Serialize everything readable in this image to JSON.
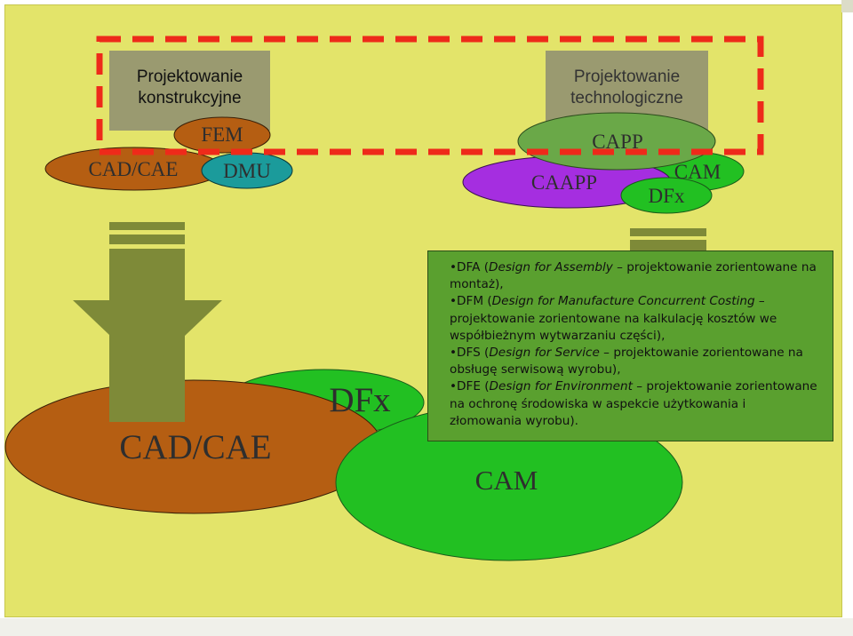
{
  "top_left": {
    "box_label": "Projektowanie\nkonstrukcyjne",
    "ellipses": {
      "fem": "FEM",
      "cad_cae": "CAD/CAE",
      "dmu": "DMU"
    }
  },
  "top_right": {
    "box_label": "Projektowanie\ntechnologiczne",
    "ellipses": {
      "capp": "CAPP",
      "caapp": "CAAPP",
      "cam": "CAM",
      "dfx": "DFx"
    }
  },
  "bottom": {
    "cad_cae": "CAD/CAE",
    "dfx": "DFx",
    "cam": "CAM"
  },
  "info_box": {
    "items": [
      {
        "acronym": "DFA",
        "term": "Design for Assembly",
        "desc": "projektowanie zorientowane na montaż),"
      },
      {
        "acronym": "DFM",
        "term": "Design for Manufacture Concurrent Costing",
        "desc": "projektowanie zorientowane na  kalkulację kosztów we współbieżnym wytwarzaniu części),"
      },
      {
        "acronym": "DFS",
        "term": "Design for Service",
        "desc": "projektowanie zorientowane na obsługę serwisową wyrobu),"
      },
      {
        "acronym": "DFE",
        "term": "Design for Environment",
        "desc": "projektowanie zorientowane na ochronę środowiska w aspekcie użytkowania i złomowania wyrobu)."
      }
    ]
  },
  "colors": {
    "background": "#e3e46a",
    "gray_box": "#9a9a70",
    "brown": "#b55e12",
    "teal": "#1b9b9b",
    "purple": "#a52ee0",
    "green": "#6aa848",
    "bright_green": "#22c022",
    "dashed_red": "#ee2a1a",
    "info_green": "#5aa02f",
    "arrow": "#7e8a38"
  }
}
